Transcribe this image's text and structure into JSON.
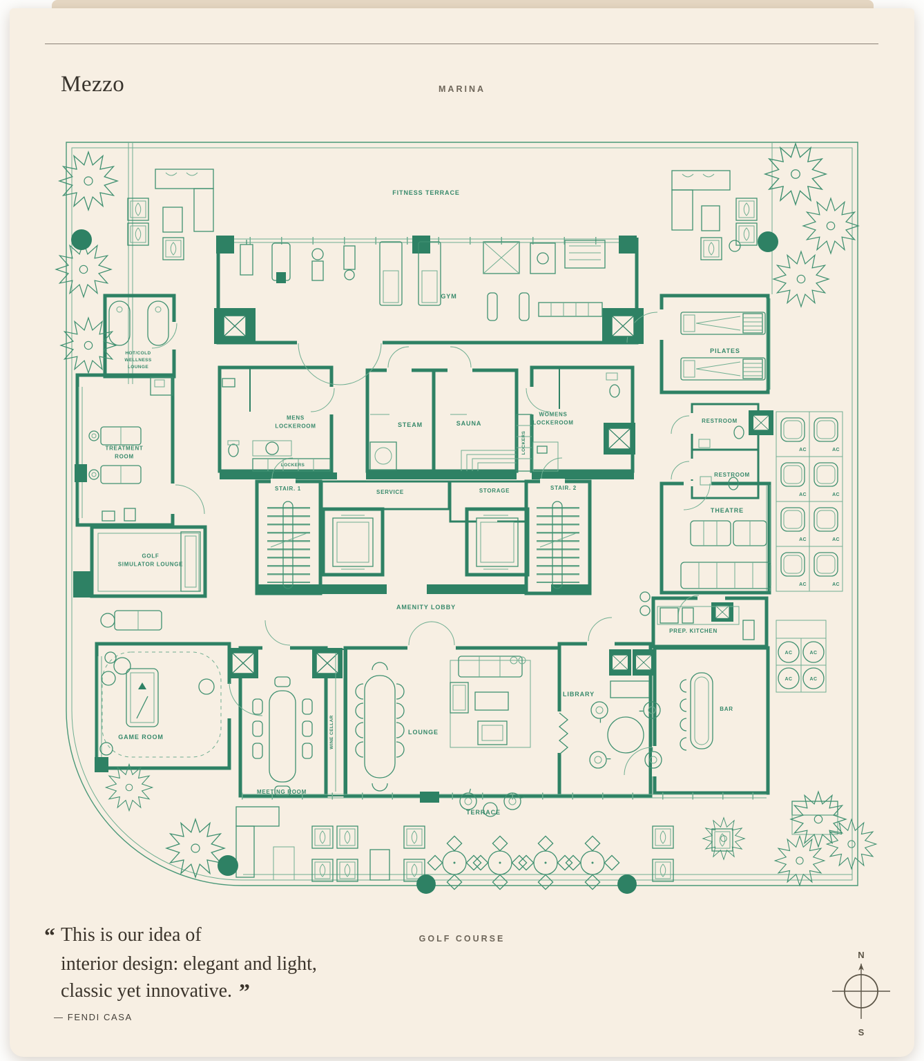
{
  "page": {
    "title": "Mezzo",
    "region_top": "MARINA",
    "region_bottom": "GOLF COURSE"
  },
  "rooms": {
    "fitness_terrace": "FITNESS TERRACE",
    "gym": "GYM",
    "pilates": "PILATES",
    "wellness_lounge": "HOT/COLD\nWELLNESS\nLOUNGE",
    "mens_lockeroom": "MENS\nLOCKEROOM",
    "lockers": "LOCKERS",
    "steam": "STEAM",
    "sauna": "SAUNA",
    "womens_lockeroom": "WOMENS\nLOCKEROOM",
    "restroom": "RESTROOM",
    "treatment_room": "TREATMENT\nROOM",
    "stair_1": "STAIR. 1",
    "service": "SERVICE",
    "storage": "STORAGE",
    "stair_2": "STAIR. 2",
    "theatre": "THEATRE",
    "golf_simulator_lounge": "GOLF\nSIMULATOR LOUNGE",
    "amenity_lobby": "AMENITY LOBBY",
    "prep_kitchen": "PREP. KITCHEN",
    "game_room": "GAME ROOM",
    "meeting_room": "MEETING ROOM",
    "wine_cellar": "WINE CELLAR",
    "lounge": "LOUNGE",
    "library": "LIBRARY",
    "bar": "BAR",
    "terrace": "TERRACE"
  },
  "labels": {
    "ac": "AC"
  },
  "quote": {
    "open": "“",
    "close": "”",
    "lines": [
      "This is our idea of",
      "interior design: elegant and light,",
      "classic yet innovative."
    ],
    "attribution": "— FENDI CASA"
  },
  "compass": {
    "north": "N",
    "south": "S"
  },
  "colors": {
    "plan_green": "#2E8164",
    "page_cream": "#F7EFE3",
    "text_dark": "#3A342C",
    "muted_brown": "#6E665A"
  }
}
